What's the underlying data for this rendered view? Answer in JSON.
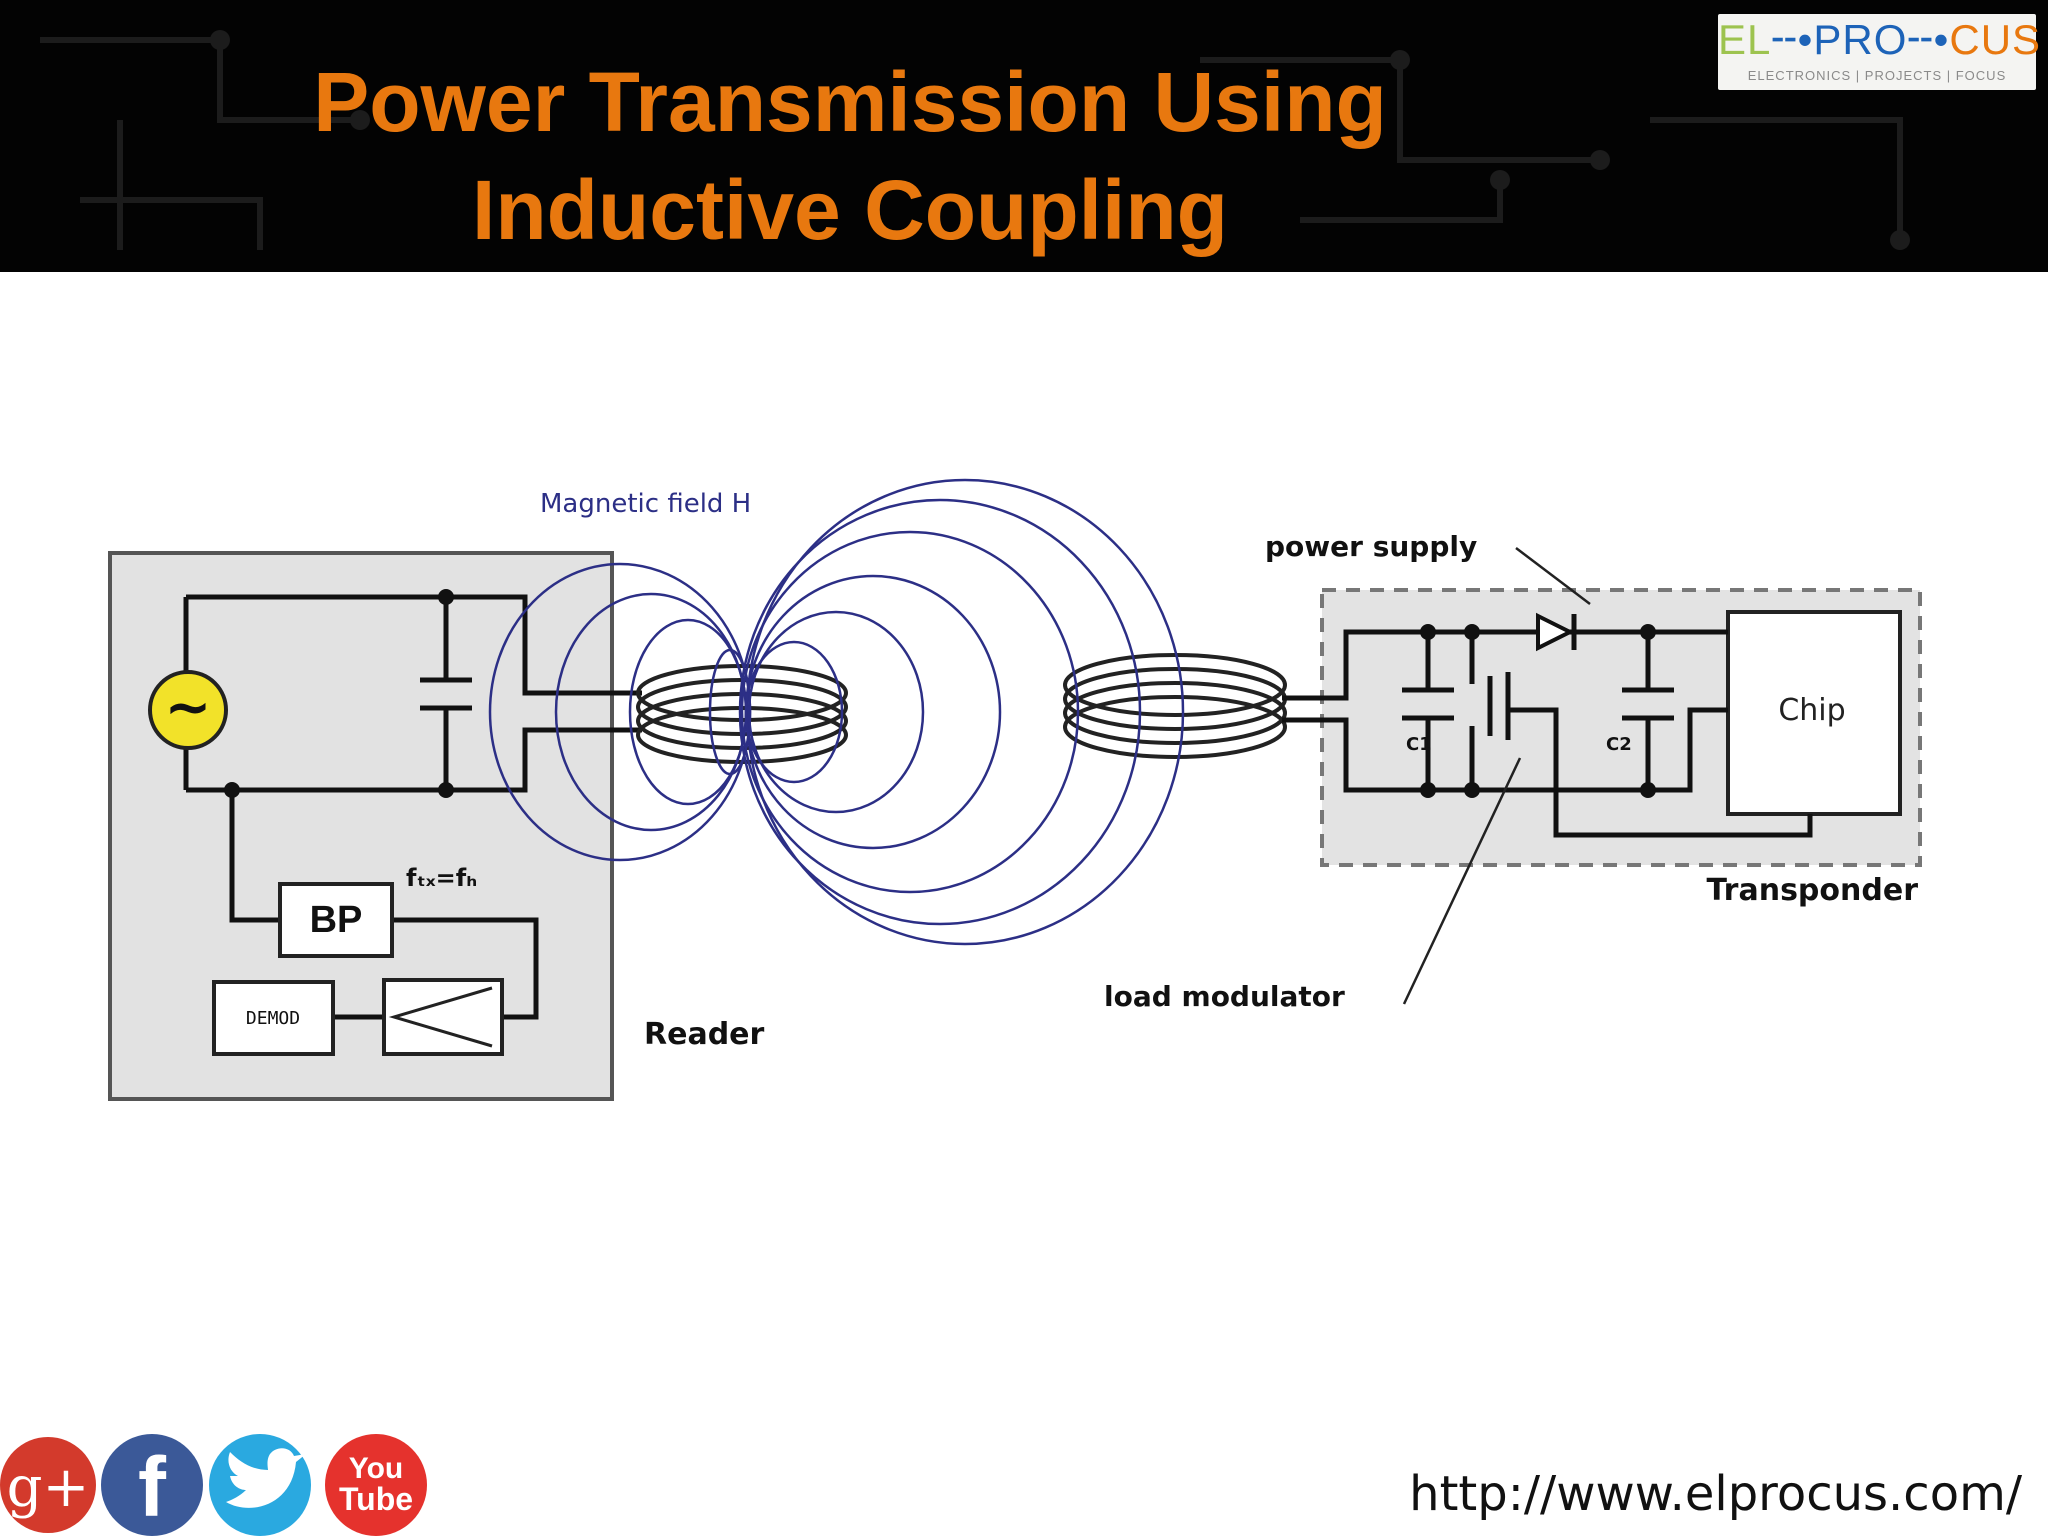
{
  "header": {
    "title_line1": "Power Transmission Using",
    "title_line2": "Inductive Coupling",
    "logo": {
      "part1": "EL",
      "part2": "PRO",
      "part3": "CUS",
      "tagline": "ELECTRONICS | PROJECTS | FOCUS"
    }
  },
  "diagram": {
    "field_label": "Magnetic field  H",
    "reader_label": "Reader",
    "bp_label": "BP",
    "demod_label": "DEMOD",
    "freq_label": "fₜₓ=fₕ",
    "power_supply_label": "power supply",
    "chip_label": "Chip",
    "c1_label": "C1",
    "c2_label": "C2",
    "transponder_label": "Transponder",
    "load_modulator_label": "load modulator",
    "source_symbol": "~",
    "colors": {
      "field": "#2c2f86",
      "reader_box": "#e2e2e2",
      "source": "#f2e229",
      "title": "#e8780f"
    }
  },
  "footer": {
    "url": "http://www.elprocus.com/",
    "social": {
      "gplus": "g+",
      "facebook": "f",
      "youtube_line1": "You",
      "youtube_line2": "Tube"
    }
  }
}
